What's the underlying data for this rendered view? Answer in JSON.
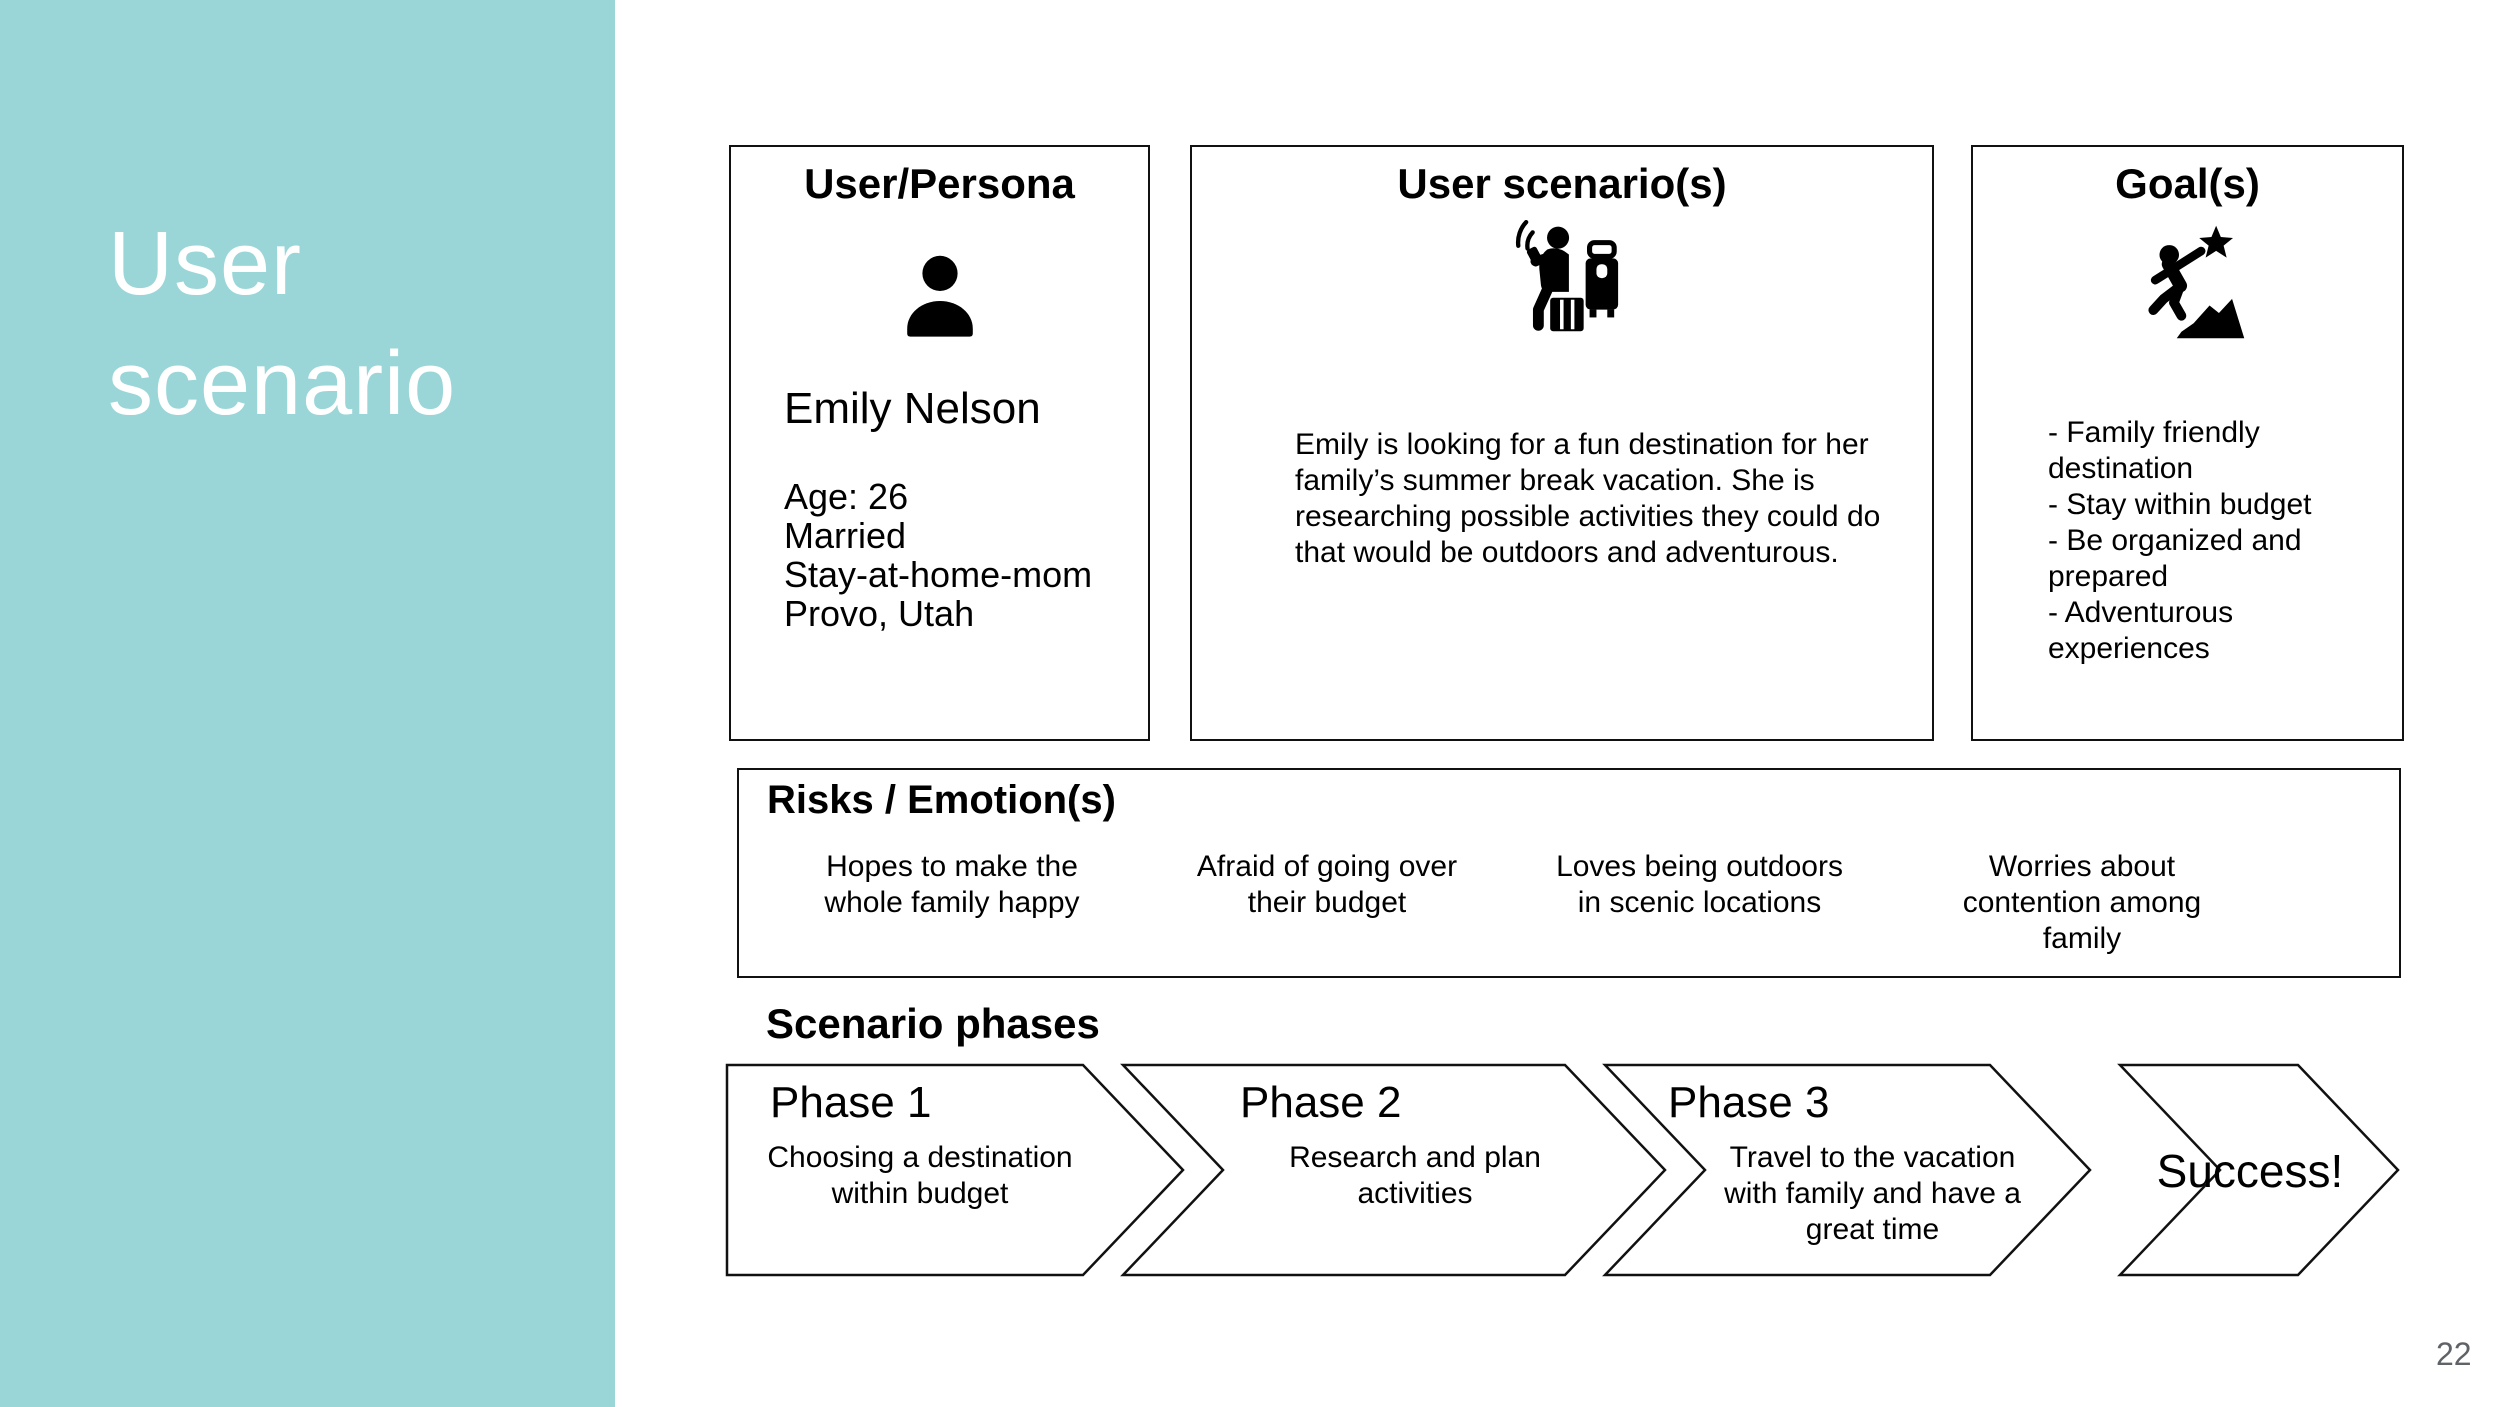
{
  "slide": {
    "title": "User scenario",
    "page_number": "22",
    "accent_color": "#9ad6d8"
  },
  "persona_box": {
    "title": "User/Persona",
    "icon": "person-icon",
    "name": "Emily Nelson",
    "details": [
      "Age: 26",
      "Married",
      "Stay-at-home-mom",
      "Provo, Utah"
    ]
  },
  "scenario_box": {
    "title": "User scenario(s)",
    "icon": "traveler-phone-icon",
    "description": "Emily is looking for a fun destination for her family’s summer break vacation. She is researching possible activities they could do that would be outdoors and adventurous."
  },
  "goals_box": {
    "title": "Goal(s)",
    "icon": "climber-star-icon",
    "items": [
      "- Family friendly destination",
      "- Stay within budget",
      "- Be organized and prepared",
      "- Adventurous experiences"
    ]
  },
  "risks_box": {
    "title": "Risks / Emotion(s)",
    "items": [
      "Hopes to make the whole family happy",
      "Afraid of going over their budget",
      "Loves being outdoors in scenic locations",
      "Worries about contention among family"
    ]
  },
  "phases": {
    "heading": "Scenario phases",
    "items": [
      {
        "title": "Phase 1",
        "description": "Choosing a destination within budget"
      },
      {
        "title": "Phase 2",
        "description": "Research and plan activities"
      },
      {
        "title": "Phase 3",
        "description": "Travel to the vacation with family and have a great time"
      },
      {
        "title": "Success!",
        "description": ""
      }
    ]
  }
}
